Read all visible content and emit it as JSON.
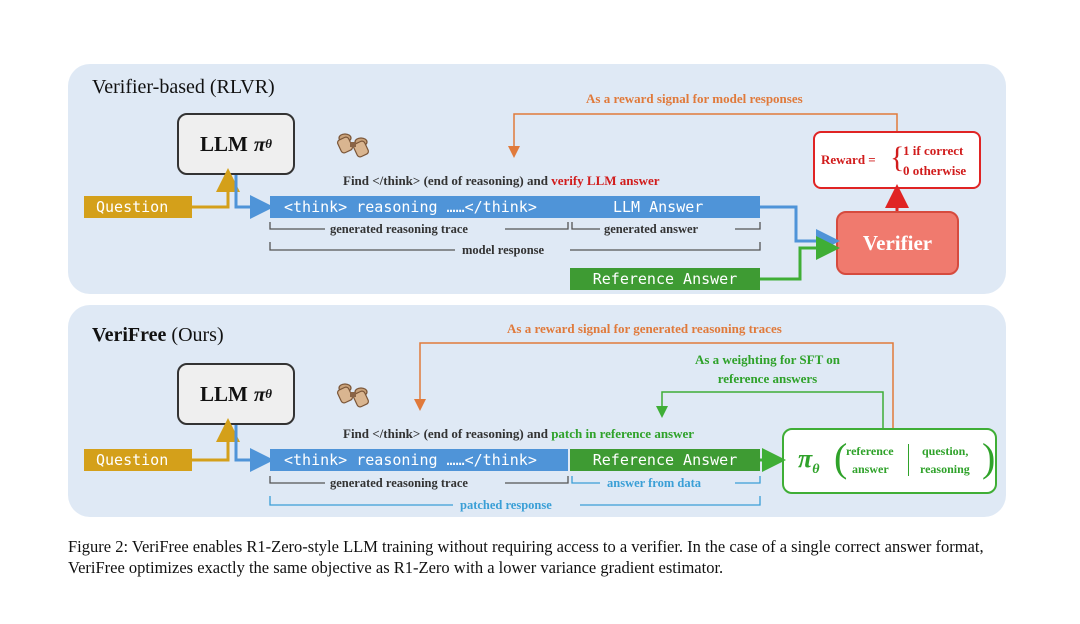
{
  "top": {
    "title": "Verifier-based (RLVR)",
    "llm_label": "LLM",
    "llm_symbol": "π",
    "llm_sub": "θ",
    "reward_signal": "As a reward signal for model responses",
    "find_text": "Find </think> (end of reasoning) and",
    "find_highlight": "verify LLM answer",
    "question": "Question",
    "think": "<think> reasoning ……</think>",
    "llm_answer": "LLM Answer",
    "trace_label": "generated reasoning trace",
    "answer_label": "generated answer",
    "response_label": "model response",
    "reference": "Reference Answer",
    "verifier": "Verifier",
    "reward_prefix": "Reward =",
    "reward_case1": "1 if correct",
    "reward_case2": "0 otherwise"
  },
  "bottom": {
    "title_bold": "VeriFree",
    "title_rest": " (Ours)",
    "llm_label": "LLM",
    "llm_symbol": "π",
    "llm_sub": "θ",
    "reward_signal": "As a reward signal for generated reasoning traces",
    "weighting_line1": "As a weighting for SFT on",
    "weighting_line2": "reference answers",
    "find_text": "Find </think> (end of reasoning) and",
    "find_highlight": "patch in reference answer",
    "question": "Question",
    "think": "<think> reasoning ……</think>",
    "reference": "Reference Answer",
    "trace_label": "generated reasoning trace",
    "answer_label": "answer from data",
    "response_label": "patched response",
    "pi_symbol": "π",
    "pi_sub": "θ",
    "pi_num1": "reference",
    "pi_num2": "answer",
    "pi_cond1": "question,",
    "pi_cond2": "reasoning"
  },
  "caption": "Figure 2: VeriFree enables R1-Zero-style LLM training without requiring access to a verifier. In the case of a single correct answer format, VeriFree optimizes exactly the same objective as R1-Zero with a lower variance gradient estimator.",
  "colors": {
    "panel": "#dfe9f5",
    "question": "#d4a01a",
    "think": "#4f94d8",
    "reference": "#3e9b33",
    "verifier": "#f07a6e",
    "orange_arrow": "#e07a3b",
    "blue_arrow": "#4f94d8",
    "green_arrow": "#3fae36"
  },
  "icons": [
    "binoculars-icon"
  ]
}
